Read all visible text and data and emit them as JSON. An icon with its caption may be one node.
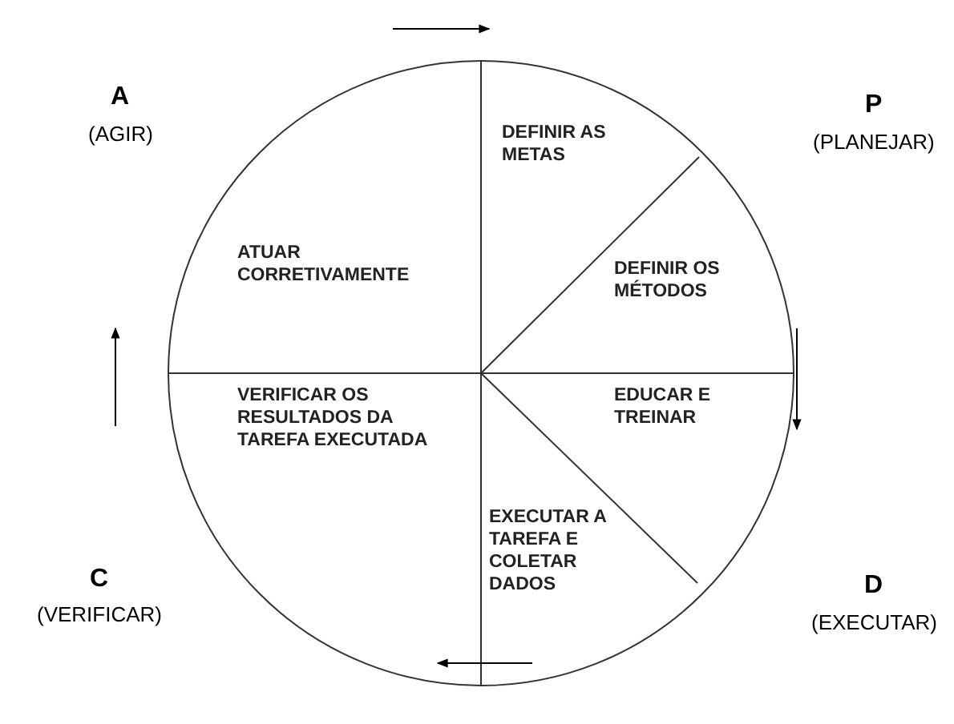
{
  "diagram": {
    "nodes": [
      {
        "text": [
          "DEFINIR AS METAS"
        ]
      },
      {
        "text": [
          "ATUAR CORRETIVAMENTE"
        ]
      },
      {
        "text": [
          "DEFINIR OS MÉTODOS"
        ]
      },
      {
        "text": [
          "VERIFICAR OS RESULTADOS DA TAREFA EXECUTADA"
        ]
      },
      {
        "text": [
          "EDUCAR E TREINAR"
        ]
      },
      {
        "text": [
          "EXECUTAR A TAREFA E COLETAR DADOS"
        ]
      }
    ],
    "labels": [
      "A",
      "(AGIR)",
      "P",
      "(PLANEJAR)",
      "C",
      "(VERIFICAR)",
      "D",
      "(EXECUTAR)"
    ]
  }
}
